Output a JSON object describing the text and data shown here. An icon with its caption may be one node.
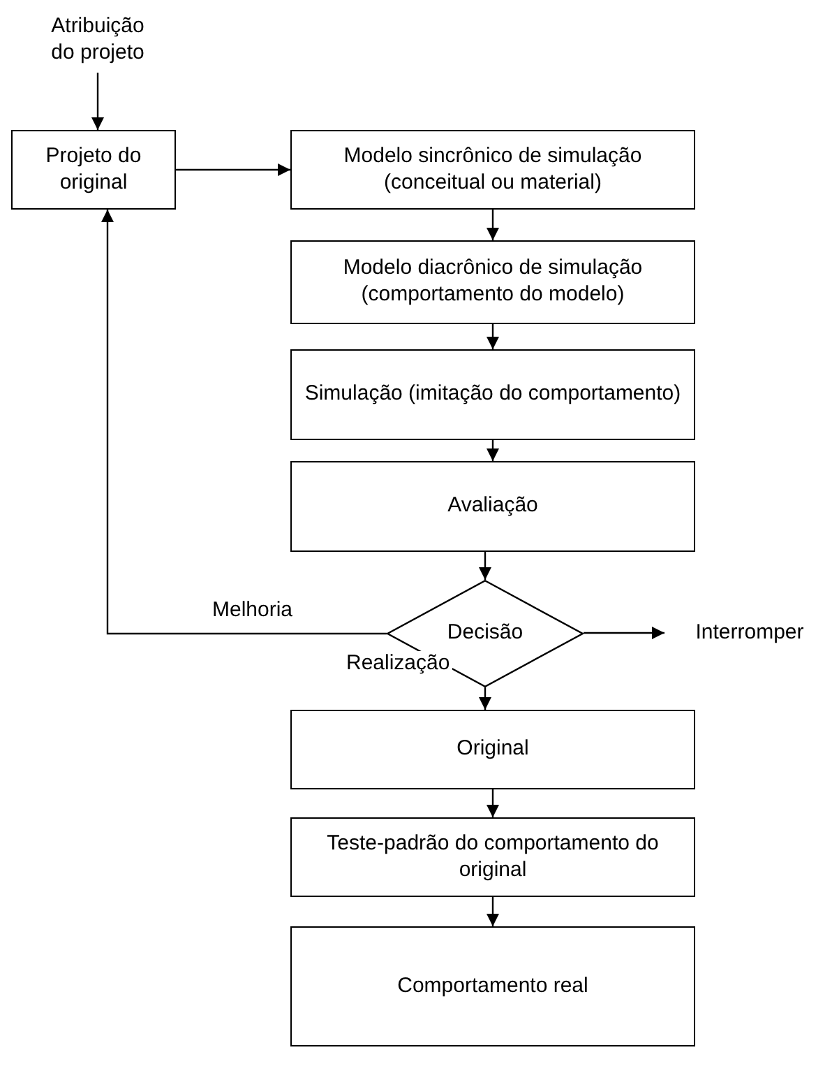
{
  "diagram": {
    "nodes": [
      {
        "text": [
          "Atribuição do projeto"
        ]
      },
      {
        "text": [
          "Projeto do original"
        ]
      },
      {
        "text": [
          "Modelo sincrônico de simulação (conceitual ou material)"
        ]
      },
      {
        "text": [
          "Modelo diacrônico de simulação (comportamento do modelo)"
        ]
      },
      {
        "text": [
          "Simulação (imitação do comportamento)"
        ]
      },
      {
        "text": [
          "Avaliação"
        ]
      },
      {
        "text": [
          "Decisão"
        ]
      },
      {
        "text": [
          "Interromper"
        ]
      },
      {
        "text": [
          "Original"
        ]
      },
      {
        "text": [
          "Teste-padrão do comportamento do original"
        ]
      },
      {
        "text": [
          "Comportamento real"
        ]
      }
    ],
    "edges": [
      {
        "from": 0,
        "to": 1,
        "arrow": "to"
      },
      {
        "from": 1,
        "to": 2,
        "arrow": "to"
      },
      {
        "from": 2,
        "to": 3,
        "arrow": "to"
      },
      {
        "from": 3,
        "to": 4,
        "arrow": "to"
      },
      {
        "from": 4,
        "to": 5,
        "arrow": "to"
      },
      {
        "from": 5,
        "to": 6,
        "arrow": "to"
      },
      {
        "from": 6,
        "to": 1,
        "arrow": "to",
        "label": "Melhoria"
      },
      {
        "from": 6,
        "to": 7,
        "arrow": "to"
      },
      {
        "from": 6,
        "to": 8,
        "arrow": "to",
        "label": "Realização"
      },
      {
        "from": 8,
        "to": 9,
        "arrow": "to"
      },
      {
        "from": 9,
        "to": 10,
        "arrow": "to"
      }
    ]
  }
}
